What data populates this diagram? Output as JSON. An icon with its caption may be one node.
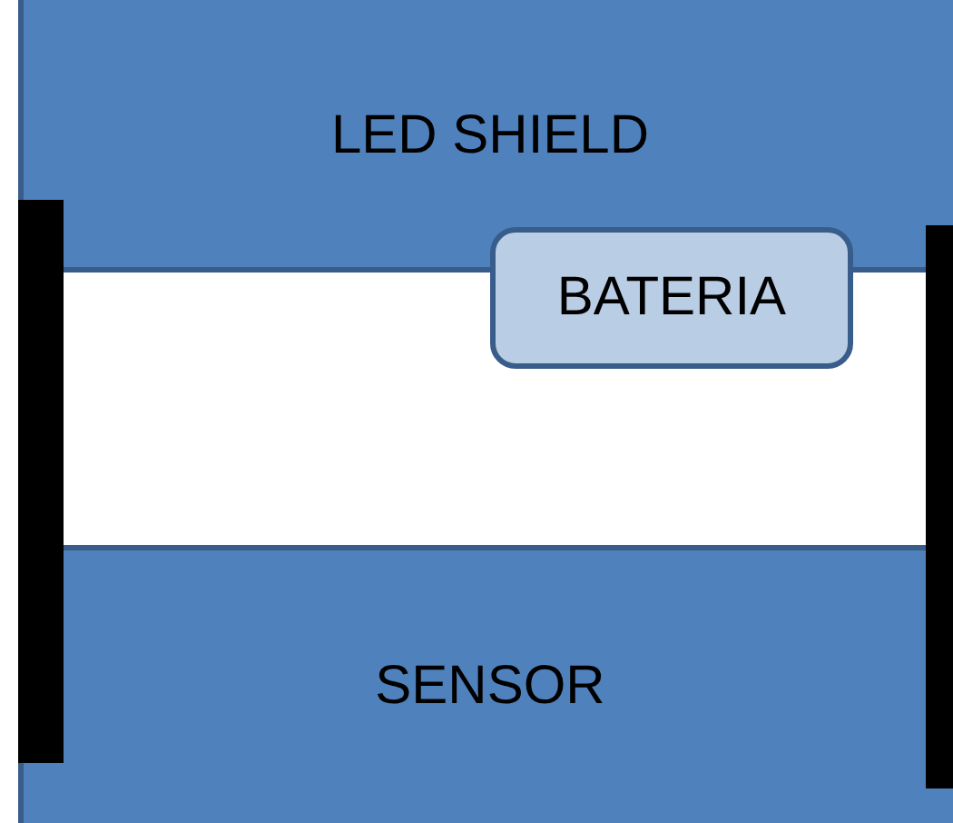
{
  "diagram": {
    "nodes": [
      {
        "text": [
          "LED SHIELD"
        ]
      },
      {
        "text": [
          "BATERIA"
        ]
      },
      {
        "text": [
          "SENSOR"
        ]
      },
      {
        "text": [],
        "shape": "bar"
      },
      {
        "text": [],
        "shape": "bar"
      }
    ]
  }
}
